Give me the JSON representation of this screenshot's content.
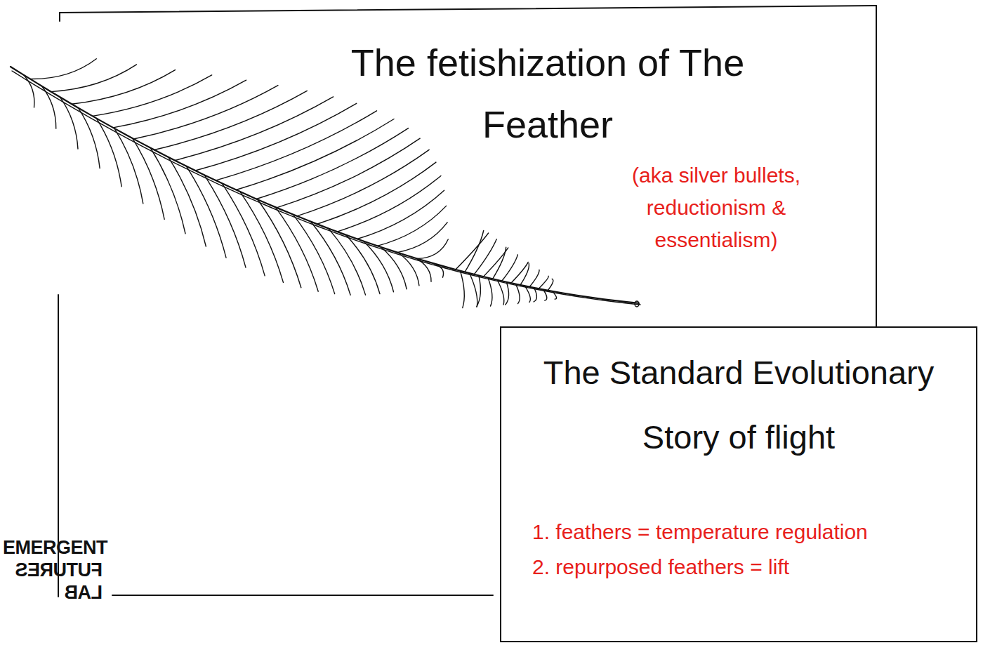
{
  "diagram": {
    "nodes": [
      {
        "text": [
          "The fetishization of The Feather",
          "(aka silver bullets, reductionism & essentialism)"
        ]
      },
      {
        "text": [
          "The Standard Evolutionary Story of flight",
          "1. feathers = temperature regulation",
          "2. repurposed feathers = lift"
        ]
      }
    ],
    "labels": [
      "EMERGENT",
      "FUTURES",
      "LAB"
    ]
  }
}
